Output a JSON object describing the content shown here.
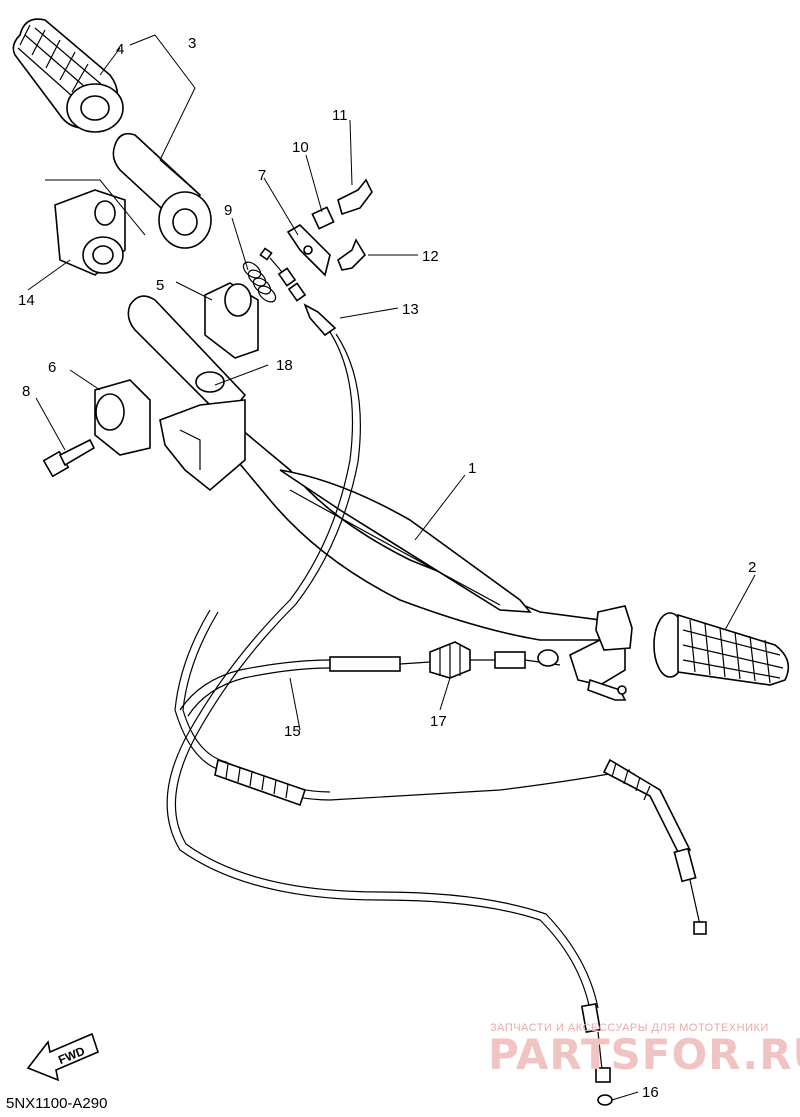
{
  "diagram": {
    "part_code": "5NX1100-A290",
    "fwd_label": "FWD",
    "callouts": [
      "1",
      "2",
      "3",
      "4",
      "5",
      "6",
      "7",
      "8",
      "9",
      "10",
      "11",
      "12",
      "13",
      "14",
      "15",
      "16",
      "17",
      "18"
    ]
  },
  "watermark": {
    "line1": "ЗАПЧАСТИ И АКСЕССУАРЫ ДЛЯ МОТОТЕХНИКИ",
    "line2": "PARTSFOR.RU",
    "color": "#e8aaaa"
  }
}
